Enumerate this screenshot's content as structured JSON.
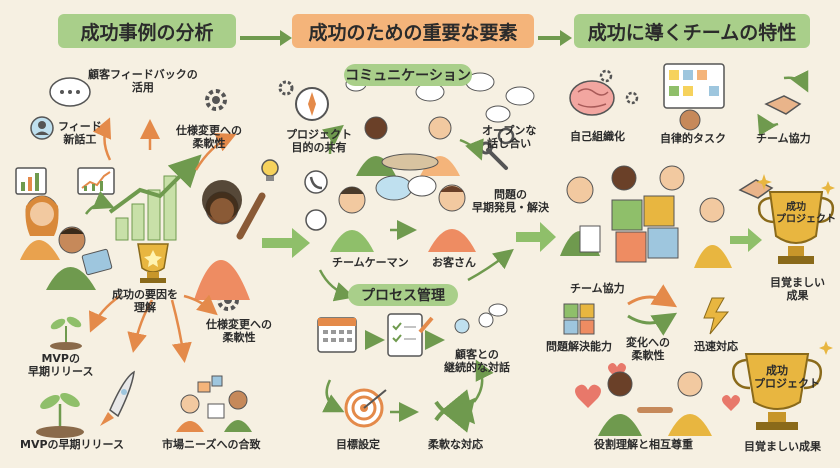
{
  "banners": {
    "analysis": "成功事例の分析",
    "elements": "成功のための重要な要素",
    "traits": "成功に導くチームの特性"
  },
  "left": {
    "feedback_use": "顧客フィードバックの\n活用",
    "feedback_loop": "フィード\n新話工",
    "spec_flex_top": "仕様変更への\n柔軟性",
    "success_factors": "成功の要因を\n理解",
    "spec_flex_bottom": "仕様変更への\n柔軟性",
    "mvp_early": "MVPの\n早期リリース",
    "mvp_release": "MVPの早期リリース",
    "market_fit": "市場ニーズへの合致"
  },
  "middle": {
    "communication": "コミュニケーション",
    "shared_goal": "プロジェクト\n目的の共有",
    "open_talk": "オープンな\n話し合い",
    "early_detect": "問題の\n早期発見・解決",
    "team_member": "チームケーマン",
    "customer": "お客さん",
    "process": "プロセス管理",
    "continuous_talk": "顧客との\n継続的な対話",
    "goal_setting": "目標設定",
    "flexible": "柔軟な対応"
  },
  "right": {
    "self_org": "自己組織化",
    "autonomous": "自律的タスク",
    "collab_top": "チーム協力",
    "collab_mid": "チーム協力",
    "problem_solving": "問題解決能力",
    "change_flex": "変化への\n柔軟性",
    "quick_response": "迅速対応",
    "roles": "役割理解と相互尊重",
    "trophy_top": "成功\nプロジェクト",
    "result_top": "目覚ましい\n成果",
    "trophy_bottom": "成功\nプロジェクト",
    "result_bottom": "目覚ましい成果"
  },
  "colors": {
    "background": "#f6f0e2",
    "green": "#a9cf8a",
    "orange": "#f4b47a",
    "arrow": "#6f9a4e",
    "accent": "#e48a4a",
    "gold": "#e8b640"
  }
}
